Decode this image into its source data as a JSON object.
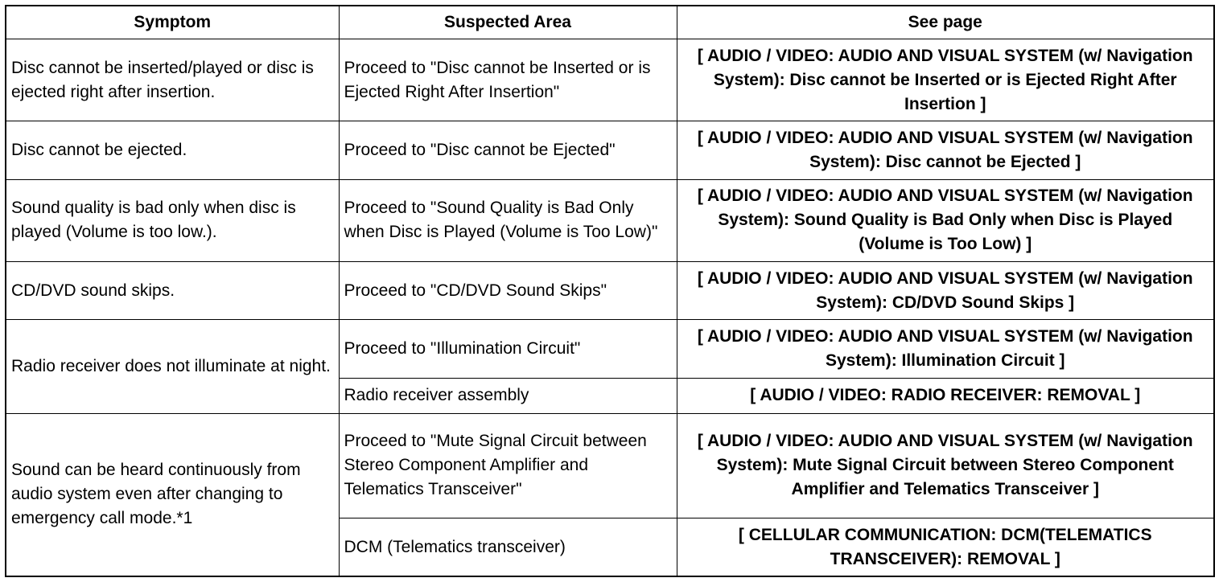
{
  "header": {
    "symptom": "Symptom",
    "area": "Suspected Area",
    "page": "See page"
  },
  "rows": [
    {
      "symptom": "Disc cannot be inserted/played or disc is ejected right after insertion.",
      "area": "Proceed to \"Disc cannot be Inserted or is Ejected Right After Insertion\"",
      "page": "[ AUDIO / VIDEO: AUDIO AND VISUAL SYSTEM (w/ Navigation System): Disc cannot be Inserted or is Ejected Right After Insertion ]"
    },
    {
      "symptom": "Disc cannot be ejected.",
      "area": "Proceed to \"Disc cannot be Ejected\"",
      "page": "[ AUDIO / VIDEO: AUDIO AND VISUAL SYSTEM (w/ Navigation System): Disc cannot be Ejected ]"
    },
    {
      "symptom": "Sound quality is bad only when disc is played (Volume is too low.).",
      "area": "Proceed to \"Sound Quality is Bad Only when Disc is Played (Volume is Too Low)\"",
      "page": "[ AUDIO / VIDEO: AUDIO AND VISUAL SYSTEM (w/ Navigation System): Sound Quality is Bad Only when Disc is Played (Volume is Too Low) ]"
    },
    {
      "symptom": "CD/DVD sound skips.",
      "area": "Proceed to \"CD/DVD Sound Skips\"",
      "page": "[ AUDIO / VIDEO: AUDIO AND VISUAL SYSTEM (w/ Navigation System): CD/DVD Sound Skips ]"
    },
    {
      "symptom": "Radio receiver does not illuminate at night.",
      "entries": [
        {
          "area": "Proceed to \"Illumination Circuit\"",
          "page": "[ AUDIO / VIDEO: AUDIO AND VISUAL SYSTEM (w/ Navigation System): Illumination Circuit ]"
        },
        {
          "area": "Radio receiver assembly",
          "page": "[ AUDIO / VIDEO: RADIO RECEIVER: REMOVAL ]"
        }
      ]
    },
    {
      "symptom": "Sound can be heard continuously from audio system even after changing to emergency call mode.*1",
      "entries": [
        {
          "area": "Proceed to \"Mute Signal Circuit between Stereo Component Amplifier and Telematics Transceiver\"",
          "page": "[ AUDIO / VIDEO: AUDIO AND VISUAL SYSTEM (w/ Navigation System): Mute Signal Circuit between Stereo Component Amplifier and Telematics Transceiver ]"
        },
        {
          "area": "DCM (Telematics transceiver)",
          "page": "[ CELLULAR COMMUNICATION: DCM(TELEMATICS TRANSCEIVER): REMOVAL ]"
        }
      ]
    }
  ]
}
